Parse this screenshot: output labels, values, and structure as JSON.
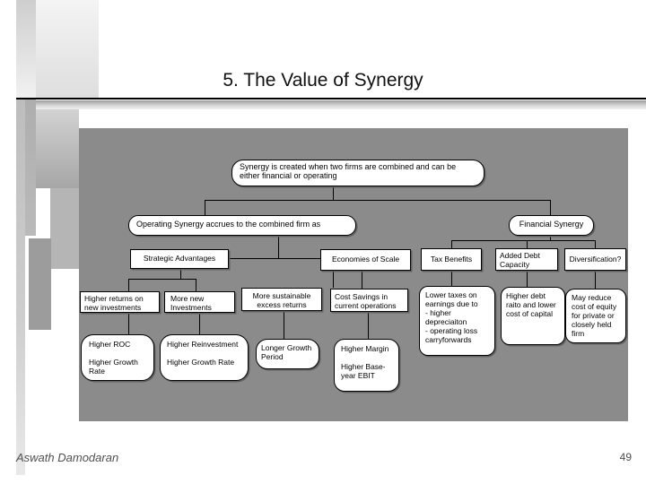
{
  "slide": {
    "title": "5. The Value of Synergy",
    "footer_author": "Aswath Damodaran",
    "page_number": "49"
  },
  "diagram": {
    "colors": {
      "panel_bg": "#8b8b8b",
      "node_bg": "#ffffff",
      "node_border": "#000000"
    },
    "nodes": {
      "root": "Synergy is created when two firms are combined and can be either financial or operating",
      "operating": "Operating Synergy accrues to the combined firm as",
      "financial": "Financial Synergy",
      "strategic": "Strategic Advantages",
      "economies": "Economies of Scale",
      "tax": "Tax Benefits",
      "added_debt": "Added Debt Capacity",
      "diversification": "Diversification?",
      "higher_returns": "Higher returns on new investments",
      "more_new": "More new Investments",
      "more_sustainable": "More sustainable excess returns",
      "cost_savings": "Cost Savings in current operations",
      "lower_taxes": "Lower taxes on\nearnings due to\n- higher\ndepreciaiton\n- operating loss\ncarryforwards",
      "higher_debt": "Higher debt\nraito and lower\ncost of capital",
      "may_reduce": "May reduce\ncost of equity\nfor private or\nclosely held\nfirm",
      "higher_roc": "Higher ROC\n\nHigher Growth\nRate",
      "higher_reinvestment": "Higher Reinvestment\n\nHigher Growth Rate",
      "longer_growth": "Longer Growth\nPeriod",
      "higher_margin": "Higher Margin\n\nHigher Base-\nyear EBIT"
    }
  }
}
